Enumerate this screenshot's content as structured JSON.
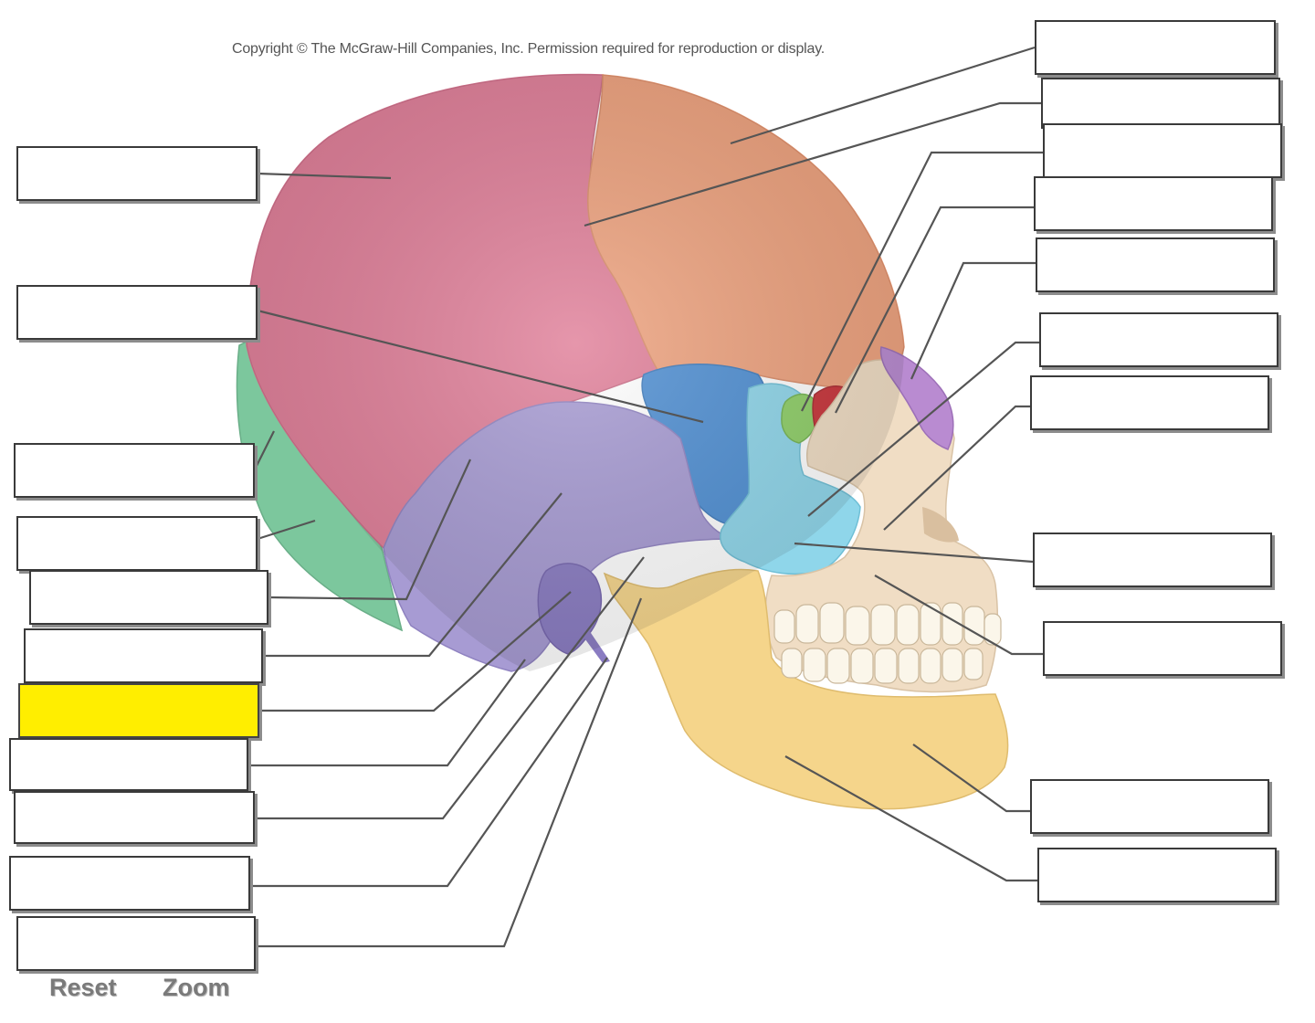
{
  "copyright": "Copyright © The McGraw-Hill Companies, Inc. Permission required for reproduction or display.",
  "toolbar": {
    "reset": "Reset",
    "zoom": "Zoom"
  },
  "colors": {
    "parietal": "#e07f99",
    "frontal": "#eea27e",
    "occipital": "#7cc79d",
    "temporal": "#a79bd3",
    "sphenoid": "#4f8fd3",
    "zygomatic": "#8fd6ea",
    "lacrimal": "#8fcf68",
    "ethmoid": "#c8343a",
    "nasal": "#b98bd1",
    "maxilla": "#f0ddc4",
    "mandible": "#f5d58b",
    "highlight": "#ffee00"
  },
  "label_boxes": {
    "left": [
      "",
      "",
      "",
      "",
      "",
      "",
      "",
      "",
      "",
      "",
      ""
    ],
    "right": [
      "",
      "",
      "",
      "",
      "",
      "",
      "",
      "",
      "",
      "",
      "",
      "",
      ""
    ]
  },
  "active_label": "left-6"
}
